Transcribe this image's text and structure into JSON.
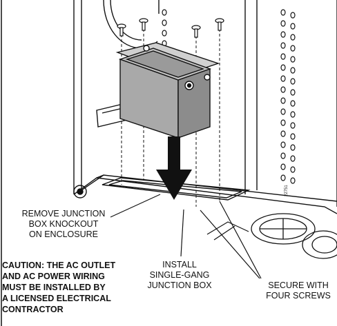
{
  "labels": {
    "remove_knockout": [
      "REMOVE JUNCTION",
      "BOX KNOCKOUT",
      "ON ENCLOSURE"
    ],
    "install_box": [
      "INSTALL",
      "SINGLE-GANG",
      "JUNCTION BOX"
    ],
    "secure_screws": [
      "SECURE WITH",
      "FOUR SCREWS"
    ],
    "caution": [
      "CAUTION: THE AC OUTLET",
      "AND AC POWER WIRING",
      "MUST BE INSTALLED BY",
      "A LICENSED ELECTRICAL",
      "CONTRACTOR"
    ]
  },
  "part_number": "22751",
  "colors": {
    "line": "#111111",
    "box_fill": "#a9a9a9",
    "box_shade": "#8c8c8c",
    "arrow": "#111111"
  }
}
